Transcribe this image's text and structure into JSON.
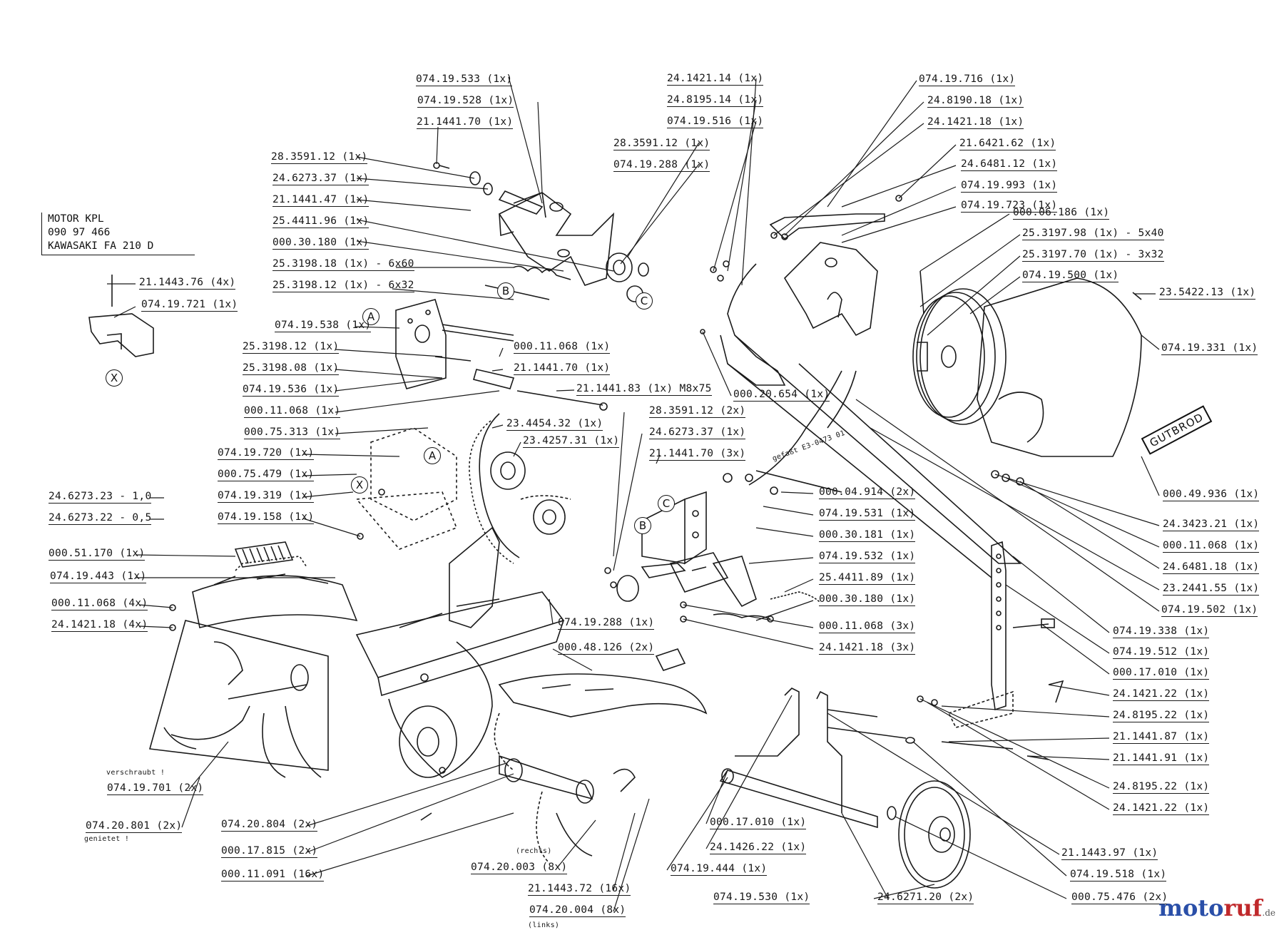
{
  "motor": {
    "line1": "MOTOR  KPL",
    "line2": "090 97 466",
    "line3": "KAWASAKI  FA 210 D"
  },
  "callouts": {
    "a": "A",
    "b": "B",
    "c": "C",
    "x": "X"
  },
  "brand_badge": "GUTBROD",
  "watermark": {
    "part1": "moto",
    "part2": "ruf",
    "tld": ".de"
  },
  "notes": {
    "verschraubt": "verschraubt !",
    "genietet": "genietet !",
    "rechts": "(rechts)",
    "links": "(links)",
    "hose_marking": "gefaßt E3-0473 01"
  },
  "labels": [
    {
      "id": "L1",
      "text": "074.19.533  (1x)"
    },
    {
      "id": "L2",
      "text": "074.19.528  (1x)"
    },
    {
      "id": "L3",
      "text": "21.1441.70  (1x)"
    },
    {
      "id": "L4",
      "text": "28.3591.12  (1x)"
    },
    {
      "id": "L5",
      "text": "24.6273.37  (1x)"
    },
    {
      "id": "L6",
      "text": "21.1441.47  (1x)"
    },
    {
      "id": "L7",
      "text": "25.4411.96  (1x)"
    },
    {
      "id": "L8",
      "text": "000.30.180  (1x)"
    },
    {
      "id": "L9",
      "text": "25.3198.18  (1x) - 6x60"
    },
    {
      "id": "L10",
      "text": "25.3198.12  (1x) - 6x32"
    },
    {
      "id": "L11",
      "text": "21.1443.76  (4x)"
    },
    {
      "id": "L12",
      "text": "074.19.721  (1x)"
    },
    {
      "id": "L13",
      "text": "074.19.538  (1x)"
    },
    {
      "id": "L14",
      "text": "25.3198.12  (1x)"
    },
    {
      "id": "L15",
      "text": "25.3198.08  (1x)"
    },
    {
      "id": "L16",
      "text": "074.19.536  (1x)"
    },
    {
      "id": "L17",
      "text": "000.11.068  (1x)"
    },
    {
      "id": "L18",
      "text": "000.75.313  (1x)"
    },
    {
      "id": "L19",
      "text": "074.19.720  (1x)"
    },
    {
      "id": "L20",
      "text": "000.75.479  (1x)"
    },
    {
      "id": "L21",
      "text": "074.19.319  (1x)"
    },
    {
      "id": "L22",
      "text": "074.19.158  (1x)"
    },
    {
      "id": "L23",
      "text": "24.6273.23    - 1,0"
    },
    {
      "id": "L24",
      "text": "24.6273.22    - 0,5"
    },
    {
      "id": "L25",
      "text": "000.51.170  (1x)"
    },
    {
      "id": "L26",
      "text": "074.19.443  (1x)"
    },
    {
      "id": "L27",
      "text": "000.11.068  (4x)"
    },
    {
      "id": "L28",
      "text": "24.1421.18  (4x)"
    },
    {
      "id": "L29",
      "text": "074.19.701  (2x)"
    },
    {
      "id": "L30",
      "text": "074.20.801  (2x)"
    },
    {
      "id": "L31",
      "text": "074.20.804  (2x)"
    },
    {
      "id": "L32",
      "text": "000.17.815  (2x)"
    },
    {
      "id": "L33",
      "text": "000.11.091  (16x)"
    },
    {
      "id": "L34",
      "text": "074.20.003  (8x)"
    },
    {
      "id": "L35",
      "text": "21.1443.72  (16x)"
    },
    {
      "id": "L36",
      "text": "074.20.004  (8x)"
    },
    {
      "id": "L37",
      "text": "24.1421.14  (1x)"
    },
    {
      "id": "L38",
      "text": "24.8195.14  (1x)"
    },
    {
      "id": "L39",
      "text": "074.19.516  (1x)"
    },
    {
      "id": "L40",
      "text": "28.3591.12  (1x)"
    },
    {
      "id": "L41",
      "text": "074.19.288  (1x)"
    },
    {
      "id": "L42",
      "text": "000.11.068  (1x)"
    },
    {
      "id": "L43",
      "text": "21.1441.70  (1x)"
    },
    {
      "id": "L44",
      "text": "21.1441.83  (1x)  M8x75"
    },
    {
      "id": "L45",
      "text": "23.4454.32  (1x)"
    },
    {
      "id": "L46",
      "text": "23.4257.31  (1x)"
    },
    {
      "id": "L47",
      "text": "28.3591.12  (2x)"
    },
    {
      "id": "L48",
      "text": "24.6273.37  (1x)"
    },
    {
      "id": "L49",
      "text": "21.1441.70  (3x)"
    },
    {
      "id": "L50",
      "text": "000.20.654  (1x)"
    },
    {
      "id": "L51",
      "text": "000.04.914  (2x)"
    },
    {
      "id": "L52",
      "text": "074.19.531  (1x)"
    },
    {
      "id": "L53",
      "text": "000.30.181  (1x)"
    },
    {
      "id": "L54",
      "text": "074.19.532  (1x)"
    },
    {
      "id": "L55",
      "text": "25.4411.89  (1x)"
    },
    {
      "id": "L56",
      "text": "000.30.180  (1x)"
    },
    {
      "id": "L57",
      "text": "000.11.068  (3x)"
    },
    {
      "id": "L58",
      "text": "24.1421.18  (3x)"
    },
    {
      "id": "L59",
      "text": "074.19.288  (1x)"
    },
    {
      "id": "L60",
      "text": "000.48.126  (2x)"
    },
    {
      "id": "L61",
      "text": "074.19.716  (1x)"
    },
    {
      "id": "L62",
      "text": "24.8190.18  (1x)"
    },
    {
      "id": "L63",
      "text": "24.1421.18  (1x)"
    },
    {
      "id": "L64",
      "text": "21.6421.62  (1x)"
    },
    {
      "id": "L65",
      "text": "24.6481.12  (1x)"
    },
    {
      "id": "L66",
      "text": "074.19.993  (1x)"
    },
    {
      "id": "L67",
      "text": "074.19.723  (1x)"
    },
    {
      "id": "L68",
      "text": "000.06.186  (1x)"
    },
    {
      "id": "L69",
      "text": "25.3197.98  (1x)  - 5x40"
    },
    {
      "id": "L70",
      "text": "25.3197.70  (1x)  - 3x32"
    },
    {
      "id": "L71",
      "text": "074.19.500  (1x)"
    },
    {
      "id": "L72",
      "text": "23.5422.13  (1x)"
    },
    {
      "id": "L73",
      "text": "074.19.331  (1x)"
    },
    {
      "id": "L74",
      "text": "000.49.936  (1x)"
    },
    {
      "id": "L75",
      "text": "24.3423.21  (1x)"
    },
    {
      "id": "L76",
      "text": "000.11.068  (1x)"
    },
    {
      "id": "L77",
      "text": "24.6481.18  (1x)"
    },
    {
      "id": "L78",
      "text": "23.2441.55  (1x)"
    },
    {
      "id": "L79",
      "text": "074.19.502  (1x)"
    },
    {
      "id": "L80",
      "text": "074.19.338  (1x)"
    },
    {
      "id": "L81",
      "text": "074.19.512  (1x)"
    },
    {
      "id": "L82",
      "text": "000.17.010  (1x)"
    },
    {
      "id": "L83",
      "text": "24.1421.22  (1x)"
    },
    {
      "id": "L84",
      "text": "24.8195.22  (1x)"
    },
    {
      "id": "L85",
      "text": "21.1441.87  (1x)"
    },
    {
      "id": "L86",
      "text": "21.1441.91  (1x)"
    },
    {
      "id": "L87",
      "text": "24.8195.22  (1x)"
    },
    {
      "id": "L88",
      "text": "24.1421.22  (1x)"
    },
    {
      "id": "L89",
      "text": "21.1443.97  (1x)"
    },
    {
      "id": "L90",
      "text": "074.19.518  (1x)"
    },
    {
      "id": "L91",
      "text": "000.75.476  (2x)"
    },
    {
      "id": "L92",
      "text": "24.6271.20  (2x)"
    },
    {
      "id": "L93",
      "text": "074.19.530  (1x)"
    },
    {
      "id": "L94",
      "text": "074.19.444  (1x)"
    },
    {
      "id": "L95",
      "text": "24.1426.22  (1x)"
    },
    {
      "id": "L96",
      "text": "000.17.010  (1x)"
    }
  ]
}
